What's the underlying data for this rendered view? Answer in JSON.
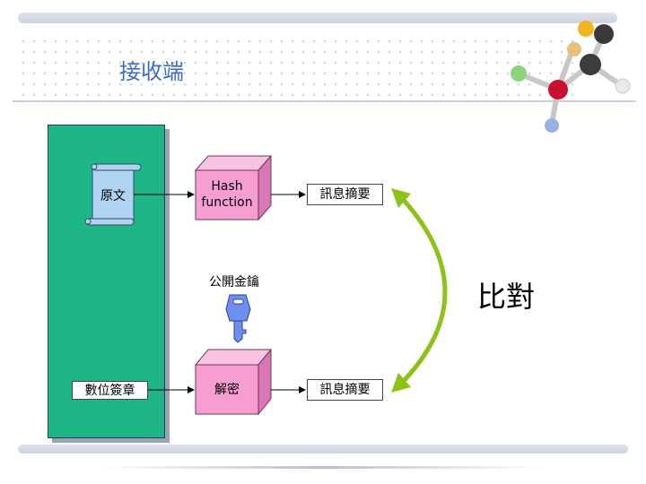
{
  "slide": {
    "title": "接收端"
  },
  "diagram": {
    "plaintext_label": "原文",
    "signature_label": "數位簽章",
    "hash_label_line1": "Hash",
    "hash_label_line2": "function",
    "digest_top_label": "訊息摘要",
    "digest_bottom_label": "訊息摘要",
    "public_key_label": "公開金鑰",
    "decrypt_label": "解密",
    "compare_label": "比對"
  },
  "colors": {
    "panel_green": "#1fb687",
    "cube_front": "#f59ecf",
    "cube_top": "#f8c3e2",
    "cube_side": "#d976b4",
    "scroll_blue": "#aed4f2",
    "key_blue": "#6d8ff0",
    "arrow_green": "#8cc21a",
    "title_blue": "#3c6cc4"
  },
  "icons": {
    "scroll": "scroll-icon",
    "key": "key-icon",
    "molecule": "molecule-icon"
  }
}
